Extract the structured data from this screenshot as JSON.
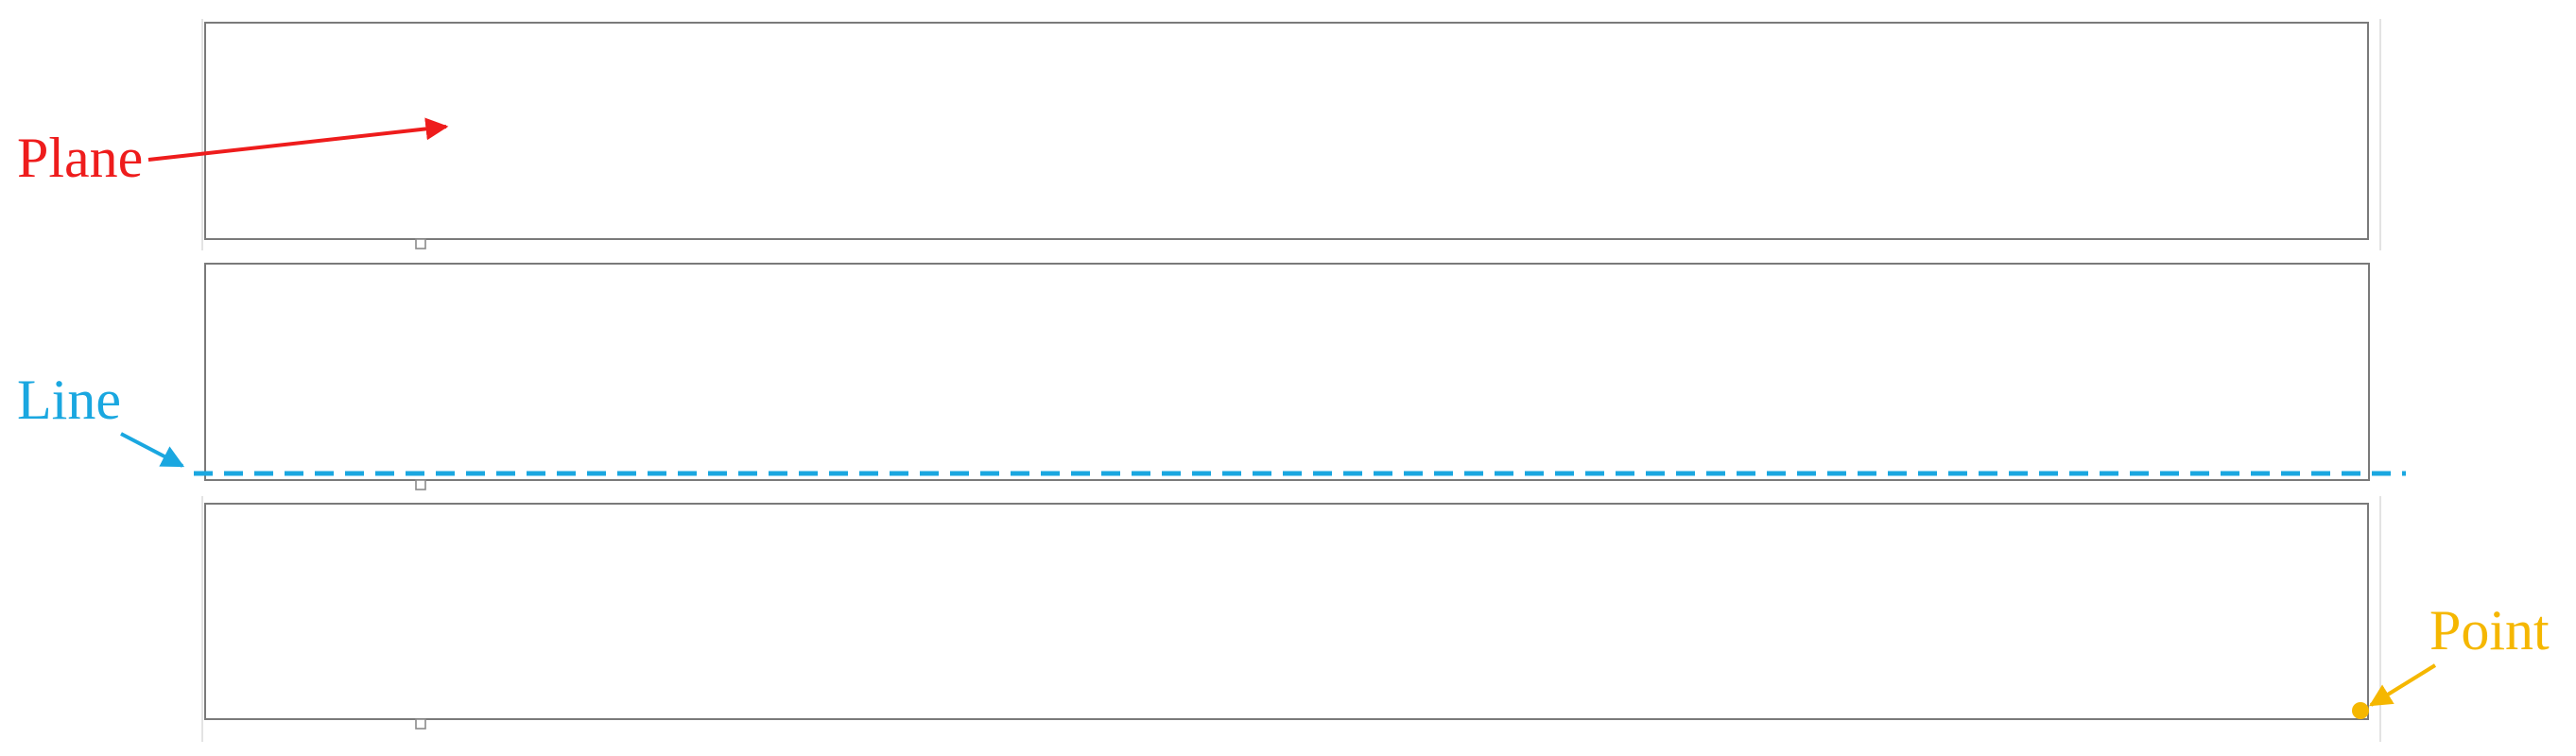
{
  "annotations": {
    "plane": {
      "label": "Plane",
      "color": "#ee1c1c"
    },
    "line": {
      "label": "Line",
      "color": "#1aa7e0"
    },
    "point": {
      "label": "Point",
      "color": "#f5b700"
    }
  },
  "panels": [
    {
      "name": "top"
    },
    {
      "name": "middle"
    },
    {
      "name": "bottom"
    }
  ]
}
